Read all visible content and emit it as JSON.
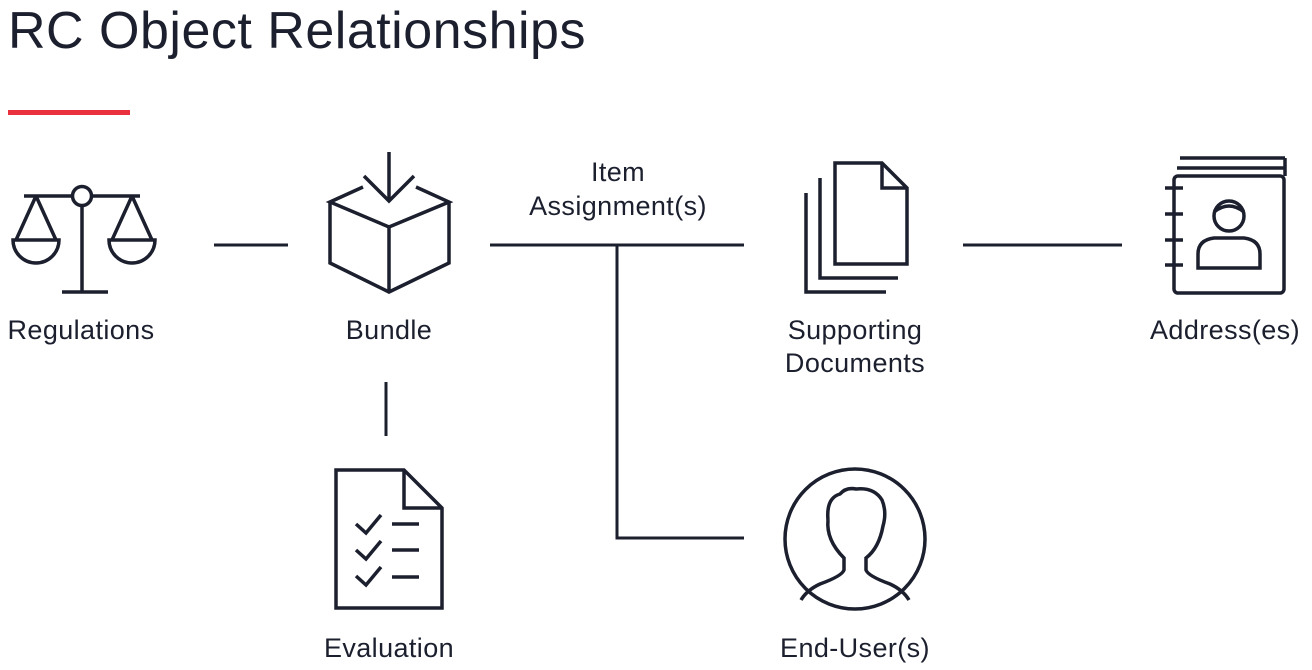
{
  "title": "RC Object Relationships",
  "colors": {
    "accent": "#e8303f",
    "ink": "#1b1f2e",
    "background": "#ffffff"
  },
  "nodes": {
    "regulations": {
      "label": "Regulations",
      "icon": "scales-icon"
    },
    "bundle": {
      "label": "Bundle",
      "icon": "box-download-icon"
    },
    "supporting_documents": {
      "label_line1": "Supporting",
      "label_line2": "Documents",
      "icon": "documents-stack-icon"
    },
    "addresses": {
      "label": "Address(es)",
      "icon": "address-book-icon"
    },
    "evaluation": {
      "label": "Evaluation",
      "icon": "checklist-document-icon"
    },
    "end_users": {
      "label": "End-User(s)",
      "icon": "user-circle-icon"
    }
  },
  "edges": {
    "item_assignments": {
      "label_line1": "Item",
      "label_line2": "Assignment(s)"
    }
  }
}
